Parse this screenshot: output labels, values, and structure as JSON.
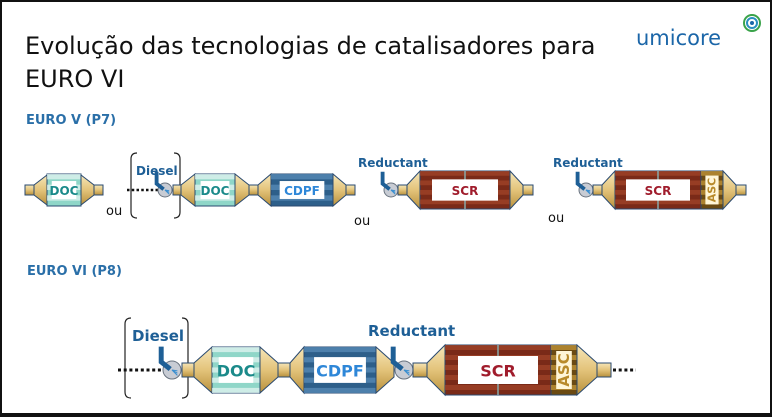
{
  "title": {
    "line1": "Evolução das tecnologias de catalisadores para",
    "line2": "EURO VI"
  },
  "logo": {
    "text": "umicore",
    "icon": "spiral-icon"
  },
  "colors": {
    "label_blue": "#1e5f96",
    "section_blue": "#2a6fa8",
    "doc_green": "#3bb0a0",
    "cdpf_blue": "#2d5f8a",
    "scr_red": "#7a2a18",
    "asc_gold": "#b8862a",
    "cone_gold": "#e3c37a"
  },
  "sections": {
    "euro5": {
      "label": "EURO V (P7)",
      "separator": "ou",
      "options": [
        {
          "components": [
            "DOC"
          ]
        },
        {
          "injector": "Diesel",
          "components": [
            "DOC",
            "CDPF"
          ]
        },
        {
          "injector": "Reductant",
          "components": [
            "SCR"
          ]
        },
        {
          "injector": "Reductant",
          "components": [
            "SCR",
            "ASC"
          ]
        }
      ]
    },
    "euro6": {
      "label": "EURO VI (P8)",
      "injectors": [
        "Diesel",
        "Reductant"
      ],
      "components": [
        "DOC",
        "CDPF",
        "SCR",
        "ASC"
      ]
    }
  }
}
